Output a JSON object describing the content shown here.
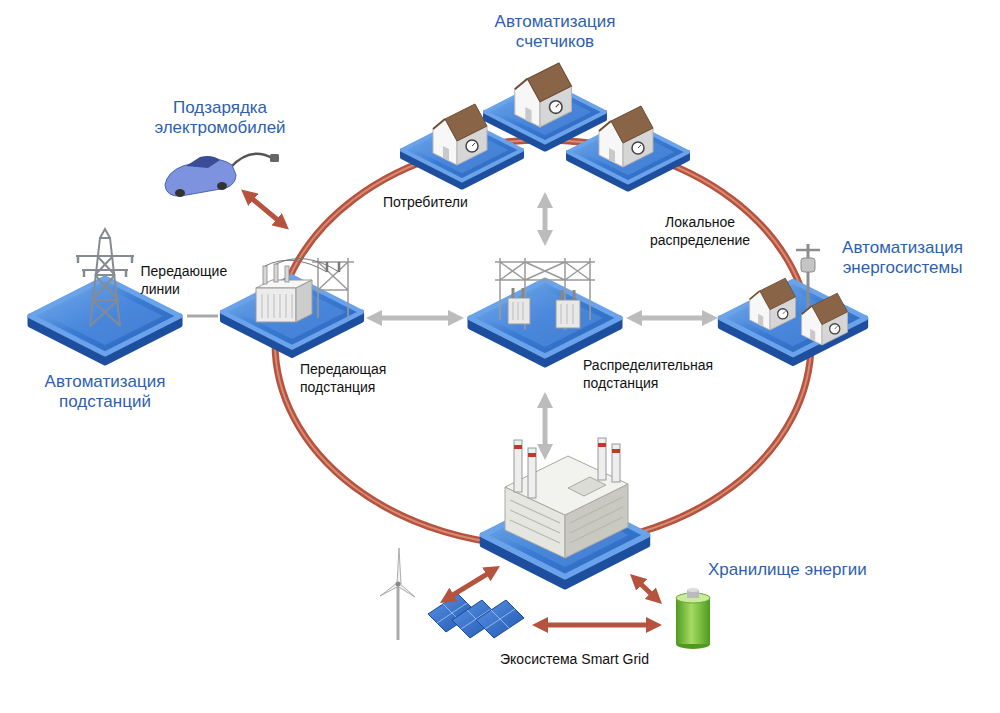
{
  "diagram": {
    "nodes": [
      {
        "text": [
          "Подзарядка электромобилей"
        ]
      },
      {
        "text": [
          "Автоматизация подстанций"
        ]
      },
      {
        "text": [
          "Передающая подстанция"
        ]
      },
      {
        "text": [
          "Автоматизация счетчиков",
          "Потребители"
        ]
      },
      {
        "text": [
          "Распределительная подстанция"
        ]
      },
      {
        "text": [
          "Локальное распределение",
          "Автоматизация энергосистемы"
        ]
      },
      {
        "text": [
          "Экосистема Smart Grid"
        ]
      },
      {
        "text": [
          "Хранилище энергии"
        ]
      }
    ],
    "edges": [
      {
        "from": 0,
        "to": 2,
        "arrow": "both"
      },
      {
        "from": 1,
        "to": 2,
        "label": "Передающие линии",
        "arrow": "none"
      },
      {
        "from": 3,
        "to": 4,
        "arrow": "both"
      },
      {
        "from": 2,
        "to": 4,
        "arrow": "both"
      },
      {
        "from": 4,
        "to": 5,
        "arrow": "both"
      },
      {
        "from": 6,
        "to": 7,
        "arrow": "both"
      }
    ]
  }
}
